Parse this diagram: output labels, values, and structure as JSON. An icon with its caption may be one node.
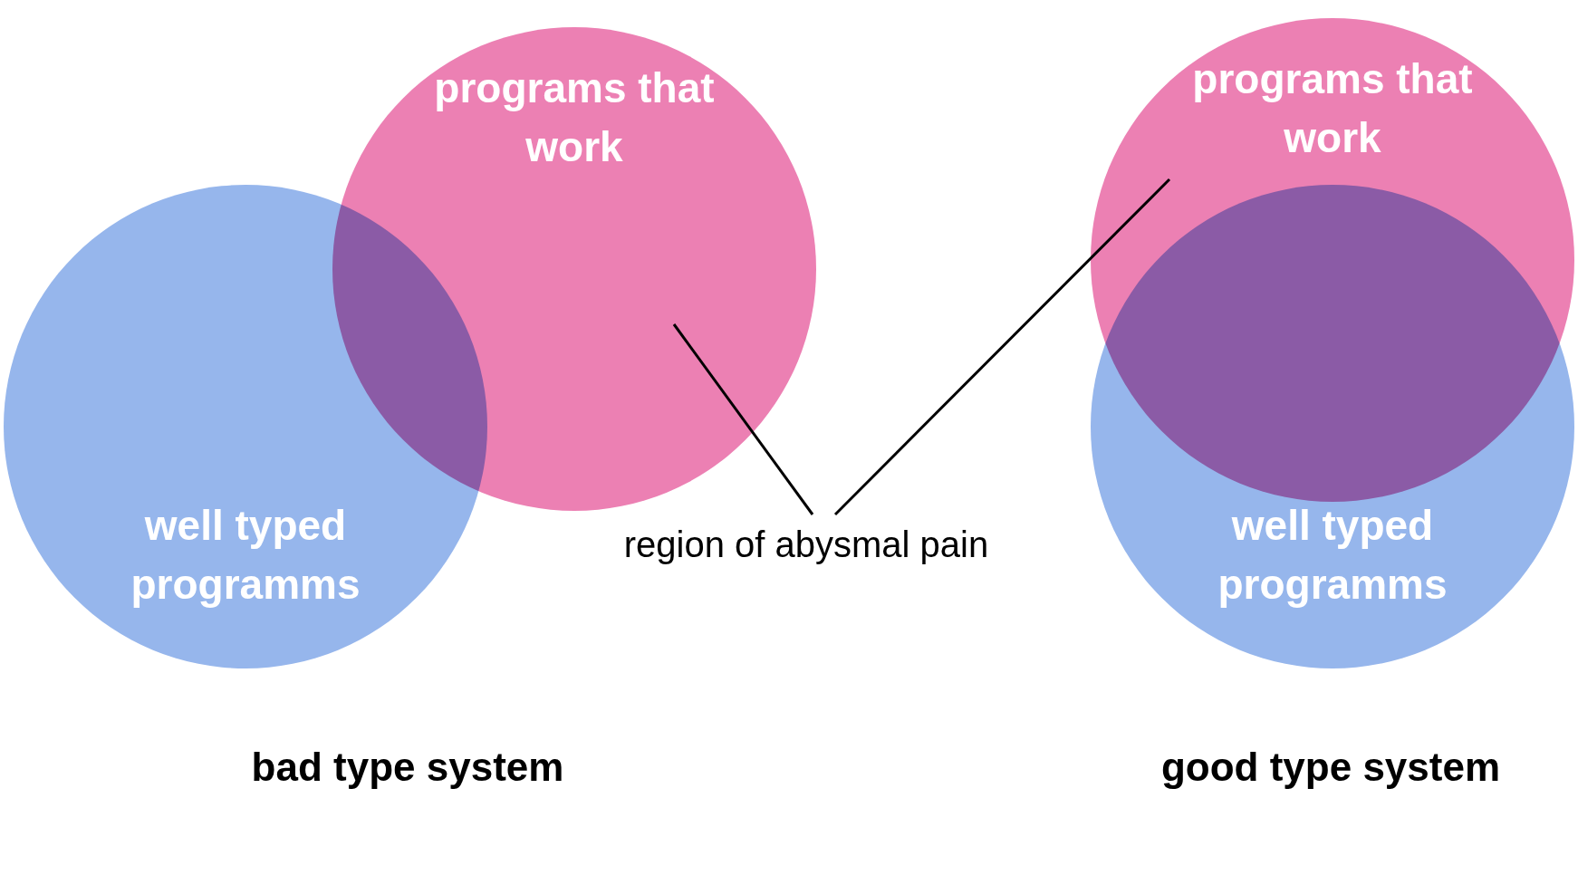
{
  "diagram": {
    "nodes": [
      {
        "text": [
          "programs that work"
        ]
      },
      {
        "text": [
          "well typed programms"
        ]
      },
      {
        "text": [
          "programs that work"
        ]
      },
      {
        "text": [
          "well typed programms"
        ]
      },
      {
        "text": [
          "region of abysmal pain"
        ]
      }
    ],
    "edges": [
      {
        "from": 4,
        "to": 0,
        "arrow": "none"
      },
      {
        "from": 4,
        "to": 2,
        "arrow": "none"
      }
    ],
    "labels": [
      "bad type system",
      "good type system"
    ]
  }
}
